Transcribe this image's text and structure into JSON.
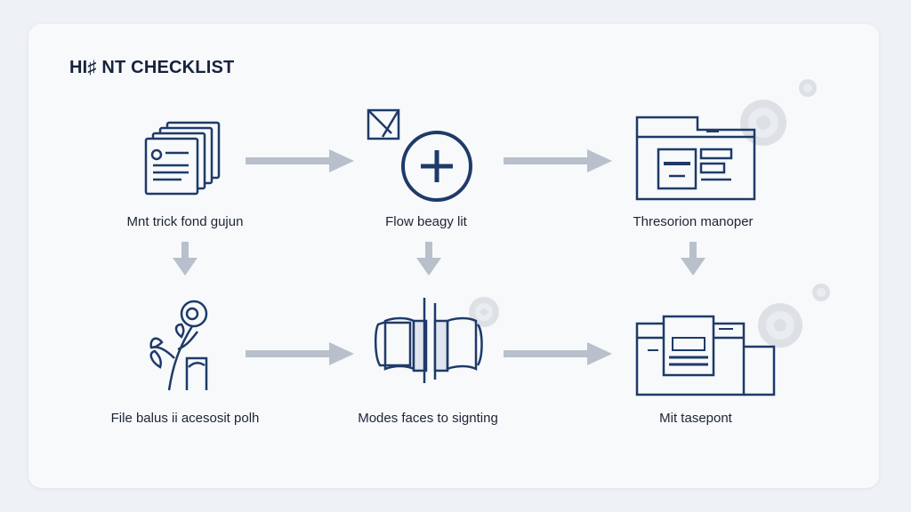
{
  "title": "HI♯ NT CHECKLIST",
  "colors": {
    "navy": "#1f3a68",
    "arrow": "#b7c0cb",
    "background": "#eef1f5",
    "card": "#f7f9fb"
  },
  "nodes": [
    {
      "id": "n1",
      "label": "Mnt trick fond gujun",
      "icon": "document-stack-icon"
    },
    {
      "id": "n2",
      "label": "Flow beagy lit",
      "icon": "plus-circle-icon"
    },
    {
      "id": "n3",
      "label": "Thresorion manoper",
      "icon": "dashboard-window-icon"
    },
    {
      "id": "n4",
      "label": "File balus ii acesosit polh",
      "icon": "plant-icon"
    },
    {
      "id": "n5",
      "label": "Modes faces to signting",
      "icon": "book-pages-icon"
    },
    {
      "id": "n6",
      "label": "Mit tasepont",
      "icon": "document-window-icon"
    }
  ],
  "edges": [
    {
      "from": "n1",
      "to": "n2"
    },
    {
      "from": "n2",
      "to": "n3"
    },
    {
      "from": "n1",
      "to": "n4"
    },
    {
      "from": "n2",
      "to": "n5"
    },
    {
      "from": "n3",
      "to": "n6"
    },
    {
      "from": "n4",
      "to": "n5"
    },
    {
      "from": "n5",
      "to": "n6"
    }
  ]
}
